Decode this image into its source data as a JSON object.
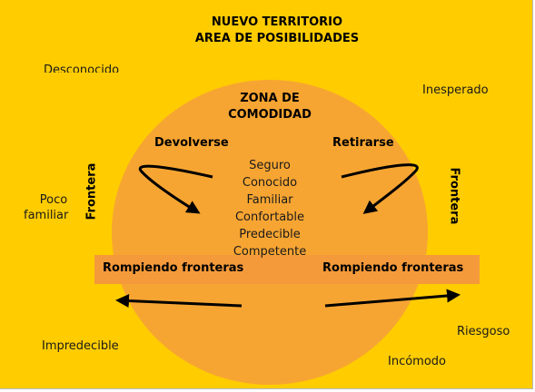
{
  "title_lines": [
    "NUEVO TERRITORIO",
    "AREA DE POSIBILIDADES"
  ],
  "outer_labels": {
    "top_left": "Desconocido",
    "top_right": "Inesperado",
    "mid_left_line1": "Poco",
    "mid_left_line2": "familiar",
    "bottom_left": "Impredecible",
    "bottom_right_upper": "Riesgoso",
    "bottom_right_lower": "Incómodo"
  },
  "comfort_zone": {
    "title_line1": "ZONA DE",
    "title_line2": "COMODIDAD",
    "left_action": "Devolverse",
    "right_action": "Retirarse",
    "traits": [
      "Seguro",
      "Conocido",
      "Familiar",
      "Confortable",
      "Predecible",
      "Competente"
    ]
  },
  "frontier": {
    "left_vertical": "Frontera",
    "right_vertical": "Frontera",
    "band_left": "Rompiendo fronteras",
    "band_right": "Rompiendo fronteras"
  },
  "colors": {
    "background": "#FFCC00",
    "circle": "#F7A532",
    "band": "#F59A3B"
  }
}
